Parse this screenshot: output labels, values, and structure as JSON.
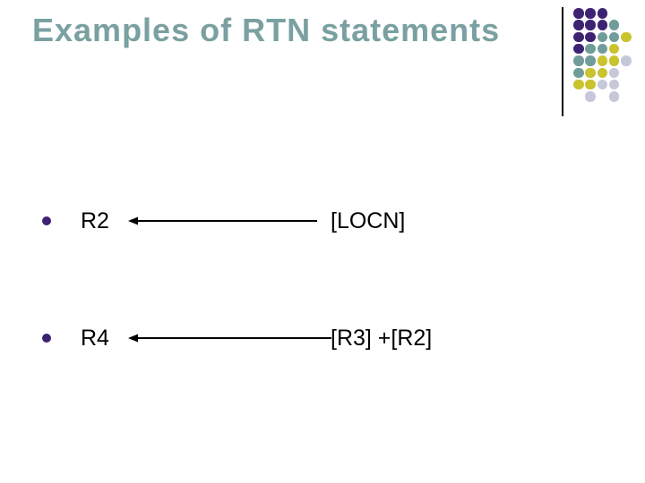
{
  "slide": {
    "title": "Examples of RTN statements",
    "statements": [
      {
        "register": "R2",
        "expression": "[LOCN]"
      },
      {
        "register": "R4",
        "expression": "[R3] +[R2]"
      }
    ],
    "colors": {
      "background": "#ffffff",
      "title": "#7aa0a1",
      "text": "#000000",
      "bullet": "#3e2272",
      "line": "#000000",
      "arrow": "#000000"
    },
    "decoration": {
      "palette": {
        "P": "#3e2272",
        "T": "#719c9a",
        "Y": "#c9c32d",
        "L": "#c6c8da"
      },
      "grid": [
        "PPP..",
        "PPPT.",
        "PPTTY",
        "PTTY.",
        "TTYYL",
        "TYYL.",
        "YYLL.",
        ".L.L."
      ]
    }
  }
}
